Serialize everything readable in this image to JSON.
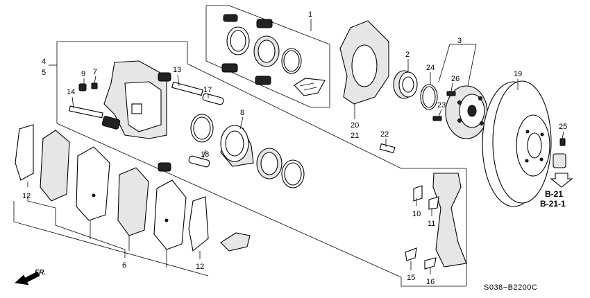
{
  "callouts": [
    {
      "id": "c1",
      "text": "1"
    },
    {
      "id": "c2",
      "text": "2"
    },
    {
      "id": "c3",
      "text": "3"
    },
    {
      "id": "c4",
      "text": "4"
    },
    {
      "id": "c5",
      "text": "5"
    },
    {
      "id": "c6",
      "text": "6"
    },
    {
      "id": "c7",
      "text": "7"
    },
    {
      "id": "c8",
      "text": "8"
    },
    {
      "id": "c9",
      "text": "9"
    },
    {
      "id": "c10",
      "text": "10"
    },
    {
      "id": "c11",
      "text": "11"
    },
    {
      "id": "c12a",
      "text": "12"
    },
    {
      "id": "c12b",
      "text": "12"
    },
    {
      "id": "c13",
      "text": "13"
    },
    {
      "id": "c14",
      "text": "14"
    },
    {
      "id": "c15",
      "text": "15"
    },
    {
      "id": "c16",
      "text": "16"
    },
    {
      "id": "c17",
      "text": "17"
    },
    {
      "id": "c18",
      "text": "18"
    },
    {
      "id": "c19",
      "text": "19"
    },
    {
      "id": "c20",
      "text": "20"
    },
    {
      "id": "c21",
      "text": "21"
    },
    {
      "id": "c22",
      "text": "22"
    },
    {
      "id": "c23",
      "text": "23"
    },
    {
      "id": "c24",
      "text": "24"
    },
    {
      "id": "c25",
      "text": "25"
    },
    {
      "id": "c26",
      "text": "26"
    }
  ],
  "references": {
    "ref1": "B-21",
    "ref2": "B-21-1"
  },
  "direction_label": "FR.",
  "diagram_code": "S038−B2200C"
}
